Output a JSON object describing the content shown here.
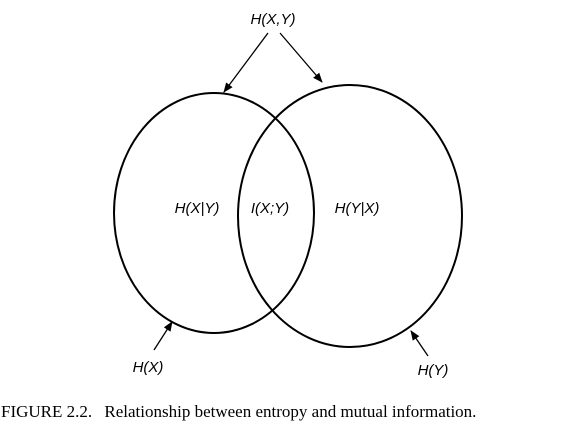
{
  "diagram": {
    "labels": {
      "joint_entropy": "H(X,Y)",
      "conditional_x_given_y": "H(X|Y)",
      "mutual_information": "I(X;Y)",
      "conditional_y_given_x": "H(Y|X)",
      "entropy_x": "H(X)",
      "entropy_y": "H(Y)"
    },
    "colors": {
      "stroke": "#000000",
      "text": "#000000",
      "background": "#ffffff"
    }
  },
  "caption": {
    "number": "FIGURE 2.2.",
    "text": "Relationship between entropy and mutual information."
  }
}
